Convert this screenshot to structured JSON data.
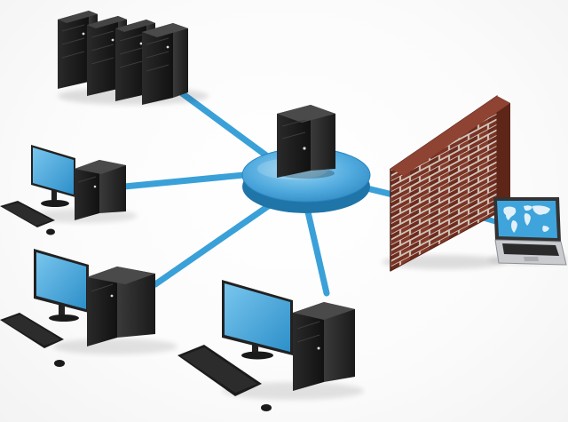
{
  "diagram": {
    "nodes": [
      {
        "id": "server-rack",
        "kind": "server rack",
        "units": 4
      },
      {
        "id": "central-server",
        "kind": "server on hub"
      },
      {
        "id": "workstation-left-top",
        "kind": "workstation"
      },
      {
        "id": "workstation-left-bottom",
        "kind": "workstation"
      },
      {
        "id": "workstation-bottom",
        "kind": "workstation"
      },
      {
        "id": "firewall",
        "kind": "brick wall"
      },
      {
        "id": "laptop",
        "kind": "laptop",
        "screen": "world map"
      }
    ],
    "links": [
      {
        "from": "central-server",
        "to": "server-rack"
      },
      {
        "from": "central-server",
        "to": "workstation-left-top"
      },
      {
        "from": "central-server",
        "to": "workstation-left-bottom"
      },
      {
        "from": "central-server",
        "to": "workstation-bottom"
      },
      {
        "from": "central-server",
        "to": "firewall"
      },
      {
        "from": "firewall",
        "to": "laptop"
      }
    ]
  },
  "colors": {
    "cable": "#3aa0d8",
    "hub": "#5fb6e6",
    "device_body": "#1c1c1c",
    "screen": "#3fa4dc",
    "brick": "#7a3324",
    "mortar": "#cfc7bd"
  }
}
